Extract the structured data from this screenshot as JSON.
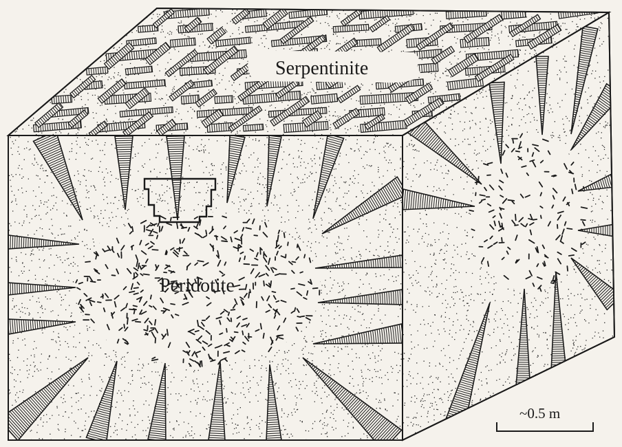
{
  "labels": {
    "top": "Serpentinite",
    "center": "Peridotite",
    "scale": "~0.5 m"
  },
  "colors": {
    "paper": "#f5f2ec",
    "ink": "#1a1a1a",
    "stipple": "#2a2a2a"
  }
}
